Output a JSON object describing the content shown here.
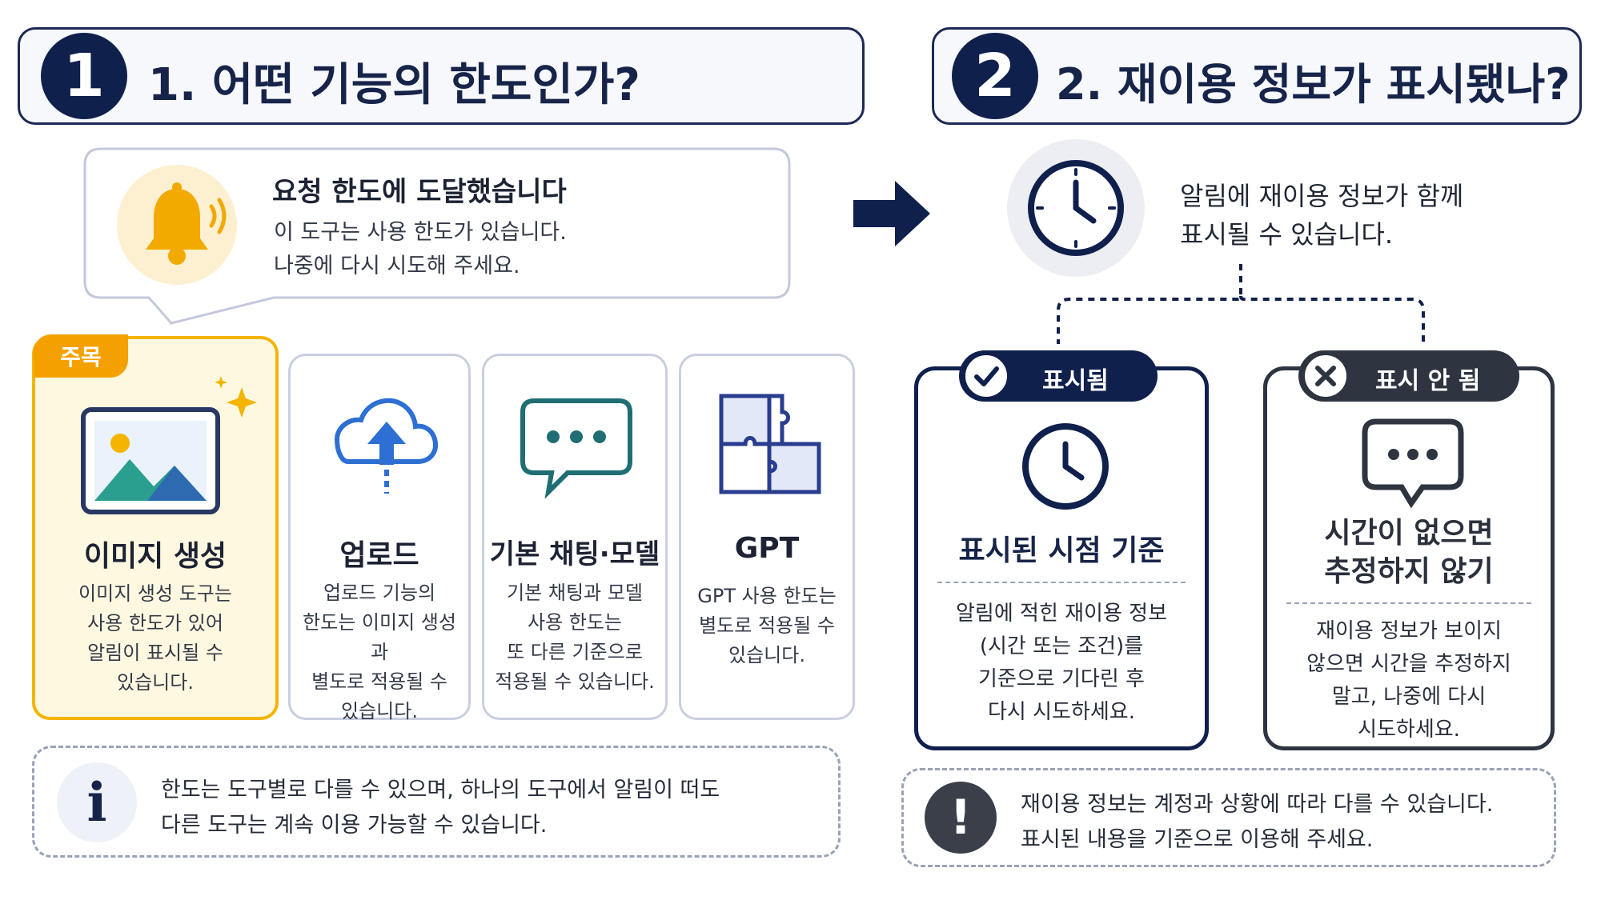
{
  "left": {
    "number": "1",
    "title": "1. 어떤 기능의 한도인가?",
    "notification": {
      "title": "요청 한도에 도달했습니다",
      "line1": "이 도구는 사용 한도가 있습니다.",
      "line2": "나중에 다시 시도해 주세요."
    },
    "badge": "주목",
    "cards": [
      {
        "title": "이미지 생성",
        "lines": [
          "이미지 생성 도구는",
          "사용 한도가 있어",
          "알림이 표시될 수",
          "있습니다."
        ],
        "icon": "image-icon"
      },
      {
        "title": "업로드",
        "lines": [
          "업로드 기능의",
          "한도는 이미지 생성과",
          "별도로 적용될 수",
          "있습니다."
        ],
        "icon": "cloud-upload-icon"
      },
      {
        "title": "기본 채팅·모델",
        "lines": [
          "기본 채팅과 모델",
          "사용 한도는",
          "또 다른 기준으로",
          "적용될 수 있습니다."
        ],
        "icon": "chat-bubble-icon"
      },
      {
        "title": "GPT",
        "lines": [
          "GPT 사용 한도는",
          "별도로 적용될 수",
          "있습니다."
        ],
        "icon": "puzzle-icon"
      }
    ],
    "info": {
      "icon_text": "i",
      "line1": "한도는 도구별로 다를 수 있으며, 하나의 도구에서 알림이 떠도",
      "line2": "다른 도구는 계속 이용 가능할 수 있습니다."
    }
  },
  "right": {
    "number": "2",
    "title": "2. 재이용 정보가 표시됐나?",
    "intro": {
      "line1": "알림에 재이용 정보가 함께",
      "line2": "표시될 수 있습니다."
    },
    "shown": {
      "label": "표시됨",
      "title": "표시된 시점 기준",
      "lines": [
        "알림에 적힌 재이용 정보",
        "(시간 또는 조건)를",
        "기준으로 기다린 후",
        "다시 시도하세요."
      ]
    },
    "not_shown": {
      "label": "표시 안 됨",
      "title_line1": "시간이 없으면",
      "title_line2": "추정하지 않기",
      "lines": [
        "재이용 정보가 보이지",
        "않으면 시간을 추정하지",
        "말고, 나중에 다시",
        "시도하세요."
      ]
    },
    "warning": {
      "icon_text": "!",
      "line1": "재이용 정보는 계정과 상황에 따라 다를 수 있습니다.",
      "line2": "표시된 내용을 기준으로 이용해 주세요."
    }
  },
  "colors": {
    "navy": "#10204d",
    "amber": "#f5b400",
    "badge": "#f4a000",
    "highlight_bg": "#fff8e1"
  }
}
